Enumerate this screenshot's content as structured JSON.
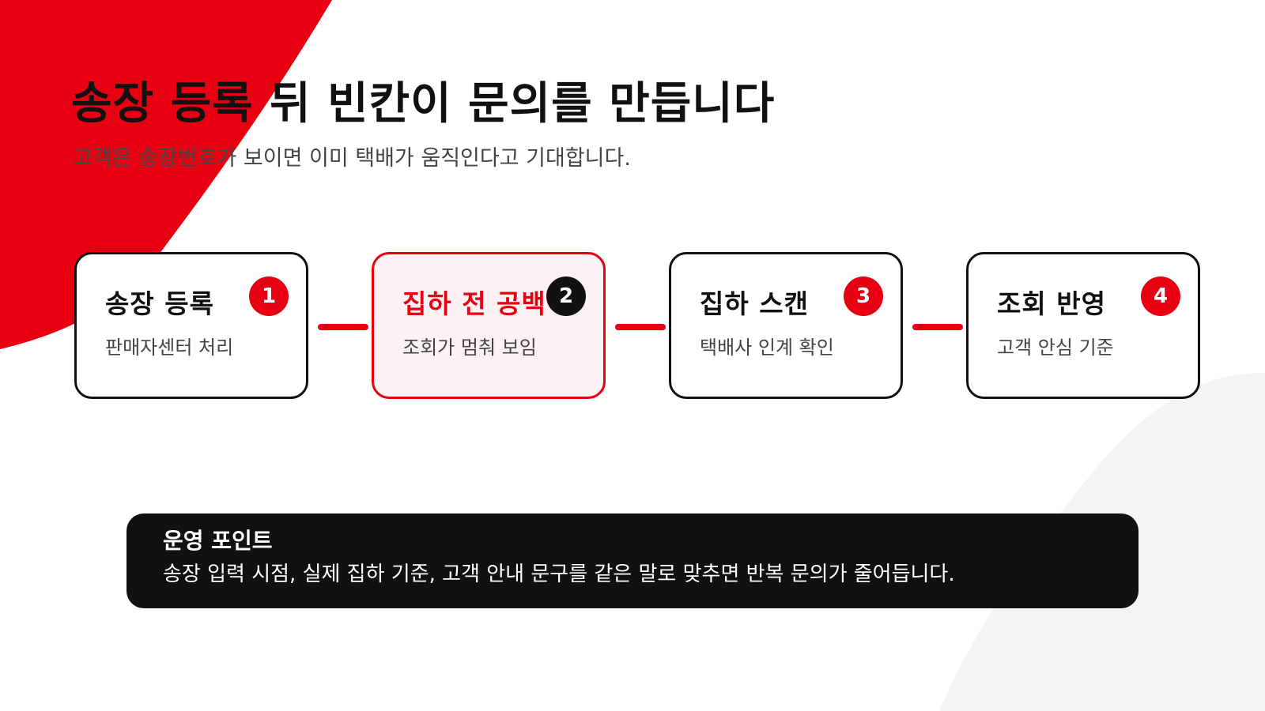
{
  "colors": {
    "accent": "#e60012",
    "dark": "#111111",
    "active_fill": "#fdf2f3",
    "soft_gray": "#f3f4f6",
    "text_primary": "#111111",
    "text_secondary": "#444444"
  },
  "title": "송장 등록 뒤 빈칸이 문의를 만듭니다",
  "subtitle": "고객은 송장번호가 보이면 이미 택배가 움직인다고 기대합니다.",
  "steps": [
    {
      "title": "송장 등록",
      "desc": "판매자센터 처리",
      "num": "1",
      "state": "normal"
    },
    {
      "title": "집하 전 공백",
      "desc": "조회가 멈춰 보임",
      "num": "2",
      "state": "active"
    },
    {
      "title": "집하 스캔",
      "desc": "택배사 인계 확인",
      "num": "3",
      "state": "normal"
    },
    {
      "title": "조회 반영",
      "desc": "고객 안심 기준",
      "num": "4",
      "state": "normal"
    }
  ],
  "callout": {
    "title": "운영 포인트",
    "text": "송장 입력 시점, 실제 집하 기준, 고객 안내 문구를 같은 말로 맞추면 반복 문의가 줄어듭니다."
  }
}
